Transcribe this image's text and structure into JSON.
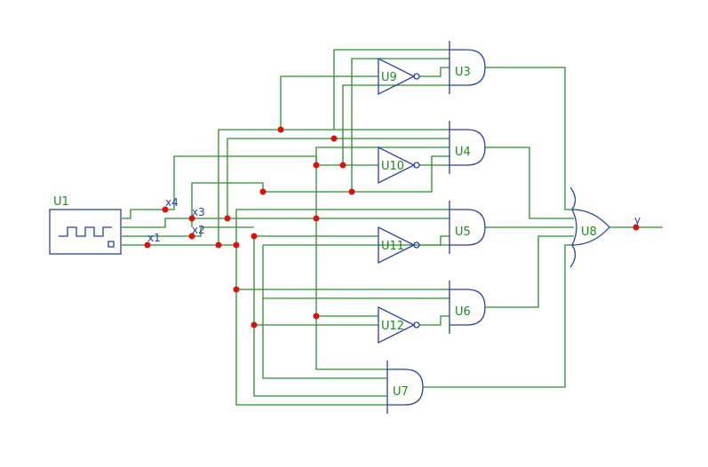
{
  "colors": {
    "wire": "#2e8b2e",
    "component": "#2a3fa8",
    "junction": "#dd1111",
    "label": "#1d8a1d",
    "net_label": "#2a3fa8"
  },
  "components": {
    "generator": "U1",
    "and3_top": "U3",
    "and3_upper": "U4",
    "and3_mid": "U5",
    "and3_lower": "U6",
    "and3_bottom": "U7",
    "or5": "U8",
    "not1": "U9",
    "not2": "U10",
    "not3": "U11",
    "not4": "U12"
  },
  "nets": {
    "x1": "x1",
    "x2": "x2",
    "x3": "x3",
    "x4": "x4",
    "out": "y"
  }
}
